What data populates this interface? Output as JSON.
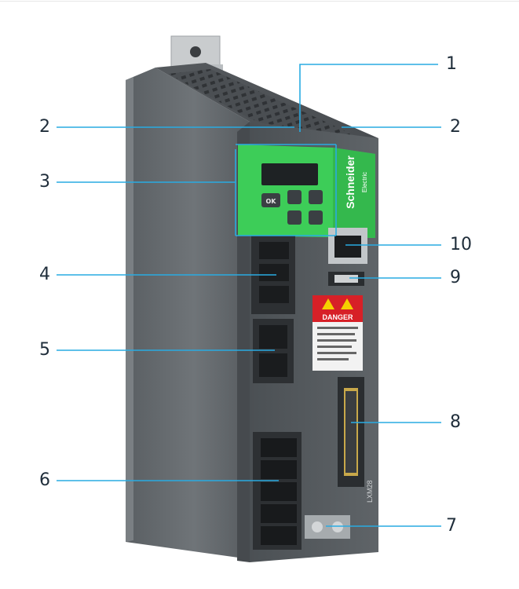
{
  "device": {
    "brand": "Schneider",
    "brand_sub": "Electric",
    "keypad_ok": "OK",
    "warning_title": "DANGER",
    "side_label": "LXM28"
  },
  "callouts": [
    {
      "id": "1",
      "label": "1"
    },
    {
      "id": "2",
      "label": "2"
    },
    {
      "id": "2b",
      "label": "2"
    },
    {
      "id": "3",
      "label": "3"
    },
    {
      "id": "4",
      "label": "4"
    },
    {
      "id": "5",
      "label": "5"
    },
    {
      "id": "6",
      "label": "6"
    },
    {
      "id": "7",
      "label": "7"
    },
    {
      "id": "8",
      "label": "8"
    },
    {
      "id": "9",
      "label": "9"
    },
    {
      "id": "10",
      "label": "10"
    }
  ],
  "colors": {
    "leader": "#29abe2",
    "body_dark": "#4e5358",
    "body_light": "#6e7377",
    "front_face": "#5b6064",
    "schneider_green": "#3dcd58",
    "danger_red": "#d72027",
    "label_text": "#1f2d3a"
  }
}
